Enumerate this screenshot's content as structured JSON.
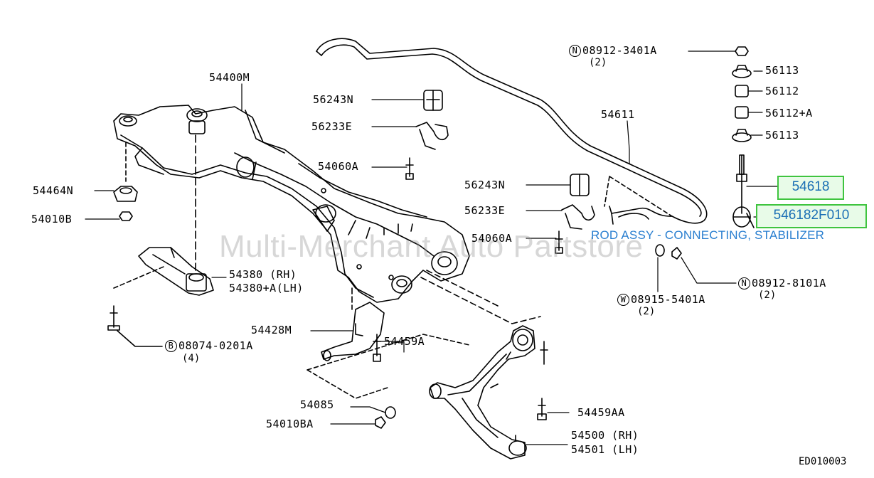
{
  "diagram_code": "ED010003",
  "watermark": "Multi-Merchant Auto Partstore",
  "highlight": {
    "part_a": "54618",
    "part_b": "546182F010",
    "description": "ROD ASSY - CONNECTING, STABILIZER",
    "color": "#3fc43f"
  },
  "labels": {
    "l_54400m": "54400M",
    "l_56243n_a": "56243N",
    "l_56233e_a": "56233E",
    "l_54060a_a": "54060A",
    "l_54611": "54611",
    "l_08912_3401a": "08912-3401A",
    "l_08912_3401a_qty": "(2)",
    "l_56113_a": "56113",
    "l_56112": "56112",
    "l_56112a": "56112+A",
    "l_56113_b": "56113",
    "l_54464n": "54464N",
    "l_54010b": "54010B",
    "l_56243n_b": "56243N",
    "l_56233e_b": "56233E",
    "l_54060a_b": "54060A",
    "l_54380": "54380  (RH)",
    "l_54380a": "54380+A(LH)",
    "l_08912_8101a": "08912-8101A",
    "l_08912_8101a_qty": "(2)",
    "l_08915_5401a": "08915-5401A",
    "l_08915_5401a_qty": "(2)",
    "l_08074_0201a": "08074-0201A",
    "l_08074_0201a_qty": "(4)",
    "l_54428m": "54428M",
    "l_54459a": "54459A",
    "l_54085": "54085",
    "l_54010ba": "54010BA",
    "l_54459aa": "54459AA",
    "l_54500": "54500 (RH)",
    "l_54501": "54501 (LH)"
  },
  "circles": {
    "n1": "N",
    "n2": "N",
    "w": "W",
    "b": "B"
  }
}
